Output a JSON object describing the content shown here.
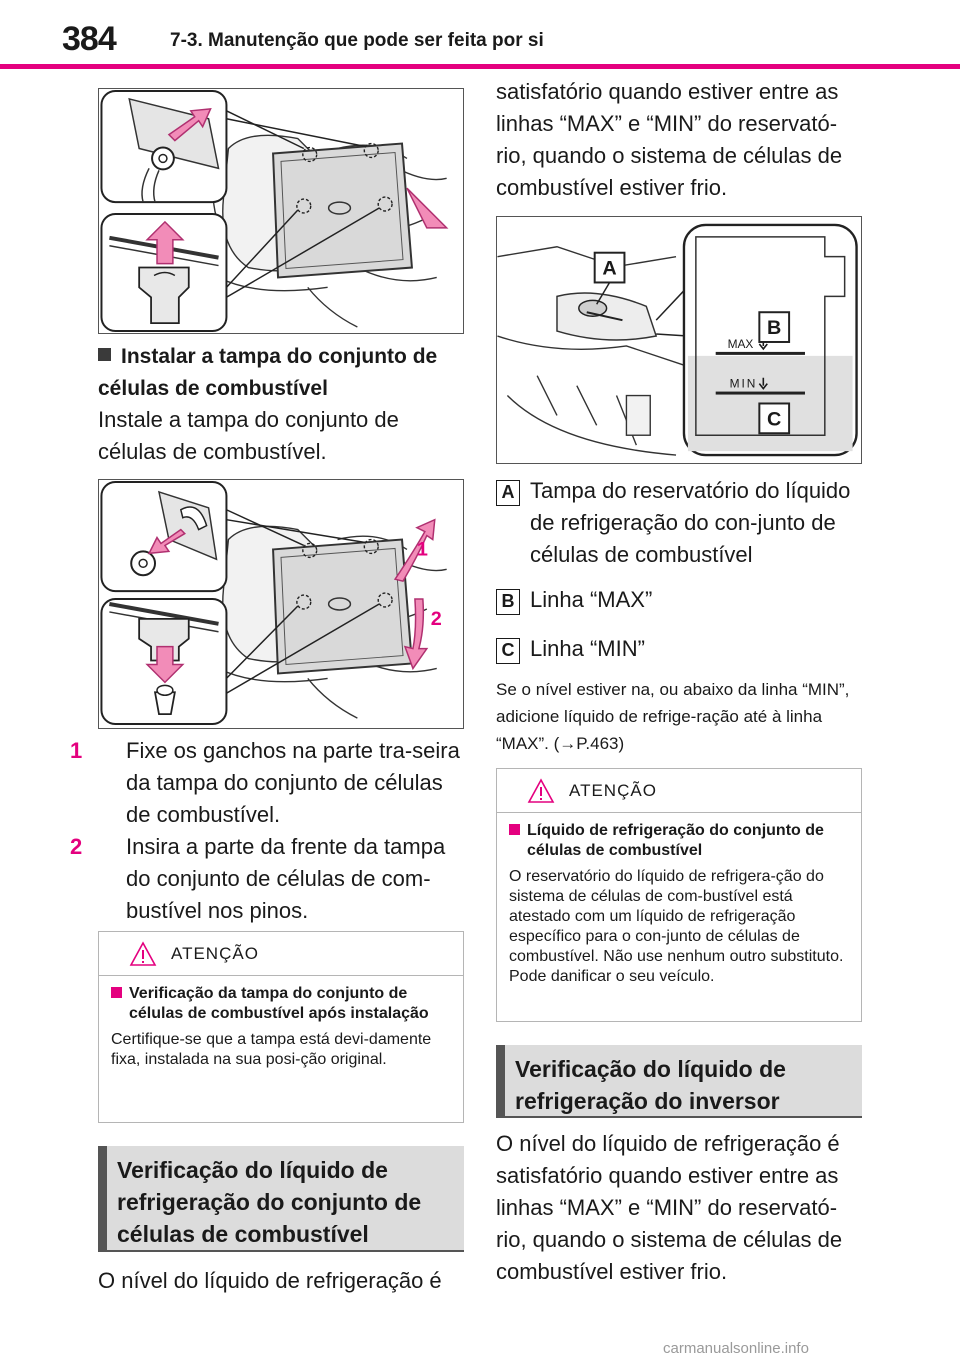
{
  "header": {
    "page_number": "384",
    "chapter": "7-3. Manutenção que pode ser feita por si"
  },
  "install_section": {
    "heading": "Instalar a tampa do conjunto de células de combustível",
    "intro": "Instale a tampa do conjunto de células de combustível.",
    "steps": [
      {
        "num": "1",
        "text": "Fixe os ganchos na parte tra-seira da tampa do conjunto de células de combustível."
      },
      {
        "num": "2",
        "text": "Insira a parte da frente da tampa do conjunto de células de com-bustível nos pinos."
      }
    ]
  },
  "figure2": {
    "label_1": "1",
    "label_2": "2"
  },
  "warning1": {
    "title": "ATENÇÃO",
    "subheading": "Verificação da tampa do conjunto de células de combustível após instalação",
    "text": "Certifique-se que a tampa está devi-damente fixa, instalada na sua posi-ção original."
  },
  "section_fc": {
    "heading": "Verificação do líquido de refrigeração do conjunto de células de combustível",
    "text_start": "O nível do líquido de refrigeração é",
    "text_cont": "satisfatório quando estiver entre as linhas “MAX” e “MIN” do reservató-rio, quando o sistema de células de combustível estiver frio."
  },
  "figure3": {
    "callout_a": "A",
    "callout_b": "B",
    "callout_c": "C",
    "max_mark": "MAX",
    "min_mark": "MIN"
  },
  "legend": [
    {
      "letter": "A",
      "text": "Tampa do reservatório do líquido de refrigeração do con-junto de células de combustível"
    },
    {
      "letter": "B",
      "text": "Linha “MAX”"
    },
    {
      "letter": "C",
      "text": "Linha “MIN”"
    }
  ],
  "note": "Se o nível estiver na, ou abaixo da linha “MIN”, adicione líquido de refrige-ração até à linha “MAX”. (→P.463)",
  "warning2": {
    "title": "ATENÇÃO",
    "subheading": "Líquido de refrigeração do conjunto de células de combustível",
    "text": "O reservatório do líquido de refrigera-ção do sistema de células de com-bustível está atestado com um líquido de refrigeração específico para o con-junto de células de combustível. Não use nenhum outro substituto. Pode danificar o seu veículo."
  },
  "section_inv": {
    "heading": "Verificação do líquido de refrigeração do inversor",
    "text": "O nível do líquido de refrigeração é satisfatório quando estiver entre as linhas “MAX” e “MIN” do reservató-rio, quando o sistema de células de combustível estiver frio."
  },
  "watermark": "carmanualsonline.info",
  "colors": {
    "accent": "#e4007f",
    "arrow_pink": "#f28cb8",
    "section_gray": "#dcdcdc"
  }
}
